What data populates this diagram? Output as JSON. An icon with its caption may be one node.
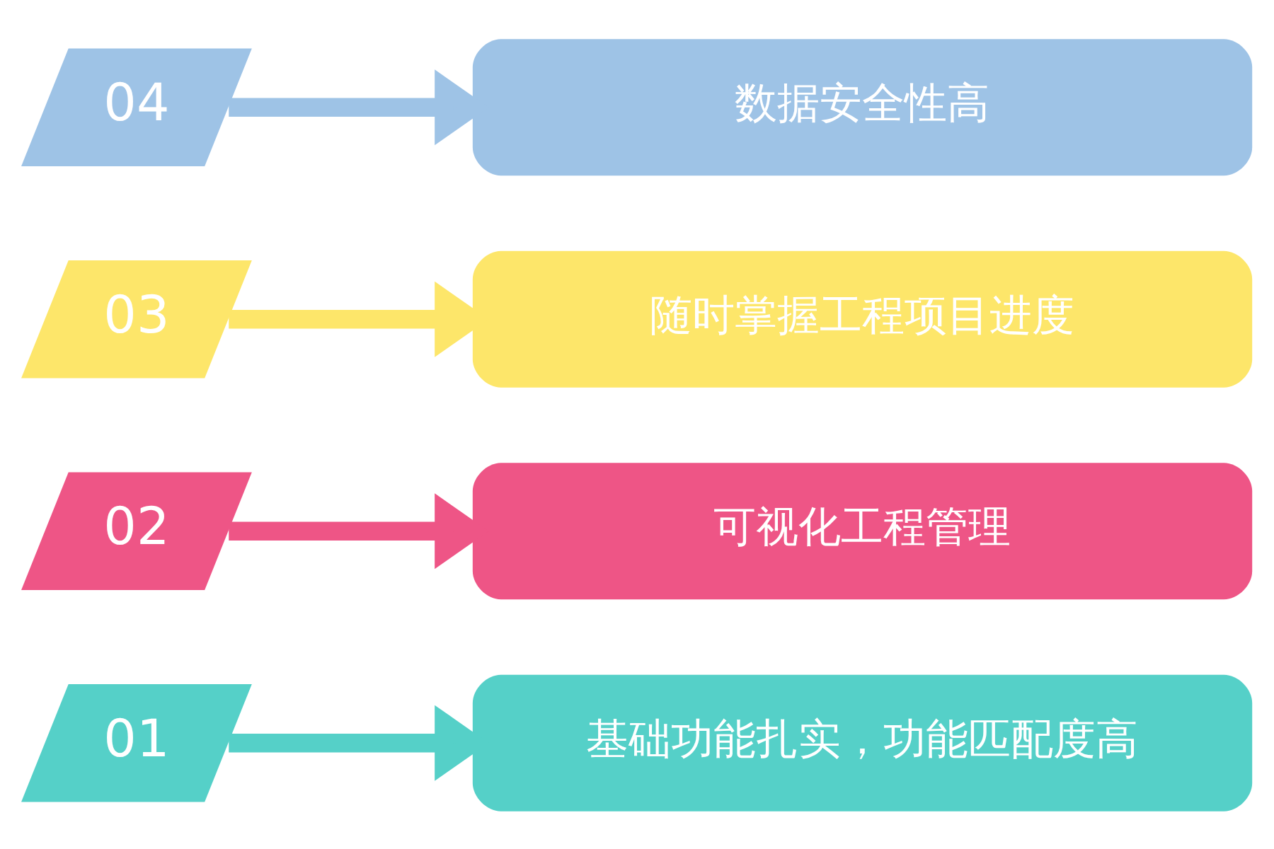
{
  "diagram": {
    "nodes": [
      {
        "text": [
          "01"
        ]
      },
      {
        "text": [
          "基础功能扎实，功能匹配度高"
        ]
      },
      {
        "text": [
          "02"
        ]
      },
      {
        "text": [
          "可视化工程管理"
        ]
      },
      {
        "text": [
          "03"
        ]
      },
      {
        "text": [
          "随时掌握工程项目进度"
        ]
      },
      {
        "text": [
          "04"
        ]
      },
      {
        "text": [
          "数据安全性高"
        ]
      }
    ],
    "edges": [
      {
        "from": 0,
        "to": 1,
        "arrow": "to",
        "color": "#55d0c8"
      },
      {
        "from": 2,
        "to": 3,
        "arrow": "to",
        "color": "#ee5586"
      },
      {
        "from": 4,
        "to": 5,
        "arrow": "to",
        "color": "#fde66a"
      },
      {
        "from": 6,
        "to": 7,
        "arrow": "to",
        "color": "#9ec3e6"
      }
    ]
  }
}
